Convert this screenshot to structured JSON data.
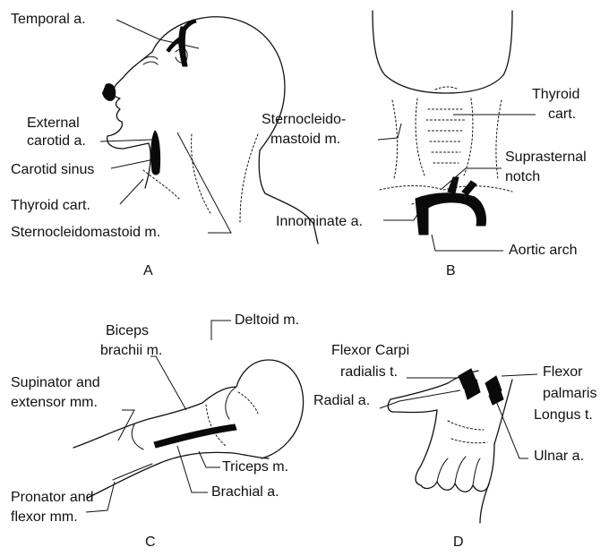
{
  "panels": {
    "a": {
      "letter": "A",
      "labels": {
        "temporal": "Temporal a.",
        "external_1": "External",
        "external_2": "carotid a.",
        "carotid_sinus": "Carotid sinus",
        "thyroid": "Thyroid cart.",
        "scm": "Sternocleidomastoid m."
      }
    },
    "b": {
      "letter": "B",
      "labels": {
        "scm_1": "Sternocleido-",
        "scm_2": "mastoid m.",
        "thyroid_1": "Thyroid",
        "thyroid_2": "cart.",
        "notch_1": "Suprasternal",
        "notch_2": "notch",
        "innominate": "Innominate a.",
        "aortic": "Aortic arch"
      }
    },
    "c": {
      "letter": "C",
      "labels": {
        "deltoid": "Deltoid m.",
        "biceps_1": "Biceps",
        "biceps_2": "brachii m.",
        "supinator_1": "Supinator and",
        "supinator_2": "extensor mm.",
        "triceps": "Triceps m.",
        "brachial": "Brachial a.",
        "pronator_1": "Pronator and",
        "pronator_2": "flexor mm."
      }
    },
    "d": {
      "letter": "D",
      "labels": {
        "fcr_1": "Flexor Carpi",
        "fcr_2": "radialis t.",
        "radial": "Radial a.",
        "flexor_1": "Flexor",
        "flexor_2": "palmaris",
        "flexor_3": "Longus t.",
        "ulnar": "Ulnar a."
      }
    }
  }
}
